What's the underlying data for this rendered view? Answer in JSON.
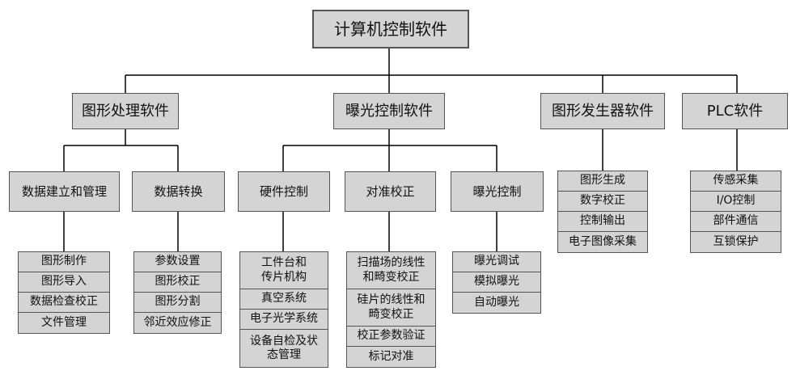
{
  "root": "计算机控制软件",
  "level1": {
    "graphics_processing": "图形处理软件",
    "exposure_control_software": "曝光控制软件",
    "pattern_generator": "图形发生器软件",
    "plc": "PLC软件"
  },
  "level2": {
    "data_setup": "数据建立和管理",
    "data_conversion": "数据转换",
    "hardware_control": "硬件控制",
    "alignment_correction": "对准校正",
    "exposure_control": "曝光控制"
  },
  "leaves": {
    "data_setup": [
      "图形制作",
      "图形导入",
      "数据检查校正",
      "文件管理"
    ],
    "data_conversion": [
      "参数设置",
      "图形校正",
      "图形分割",
      "邻近效应修正"
    ],
    "hardware_control": [
      "工件台和\n传片机构",
      "真空系统",
      "电子光学系统",
      "设备自检及状\n态管理"
    ],
    "alignment_correction": [
      "扫描场的线性\n和畸变校正",
      "硅片的线性和\n畸变校正",
      "校正参数验证",
      "标记对准"
    ],
    "exposure_control": [
      "曝光调试",
      "模拟曝光",
      "自动曝光"
    ],
    "pattern_generator": [
      "图形生成",
      "数字校正",
      "控制输出",
      "电子图像采集"
    ],
    "plc": [
      "传感采集",
      "I/O控制",
      "部件通信",
      "互锁保护"
    ]
  }
}
